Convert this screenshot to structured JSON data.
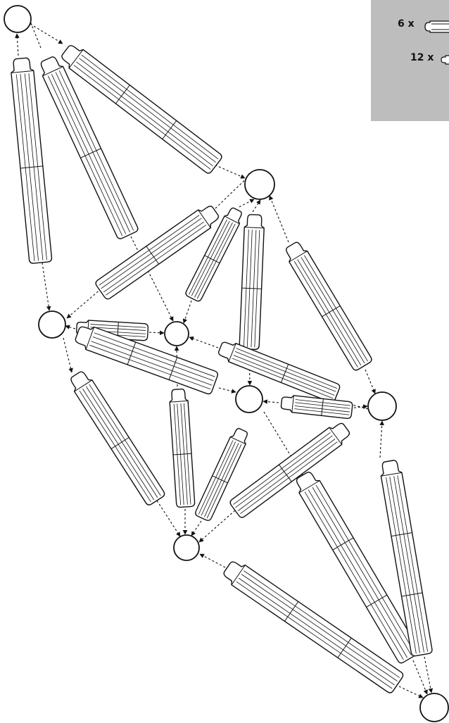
{
  "legend": {
    "items": [
      {
        "count": "6",
        "multiplier": "x",
        "part": "long-rod-icon"
      },
      {
        "count": "12",
        "multiplier": "x",
        "part": "short-rod-icon"
      }
    ],
    "background_color": "#bdbdbd"
  },
  "colors": {
    "stroke": "#111111",
    "fill": "#ffffff"
  },
  "structure": {
    "nodes": [
      "node-a",
      "node-b",
      "node-c",
      "node-d",
      "node-e",
      "node-f",
      "node-g",
      "node-h",
      "node-i"
    ],
    "long_rods": 6,
    "short_rods": 12
  }
}
